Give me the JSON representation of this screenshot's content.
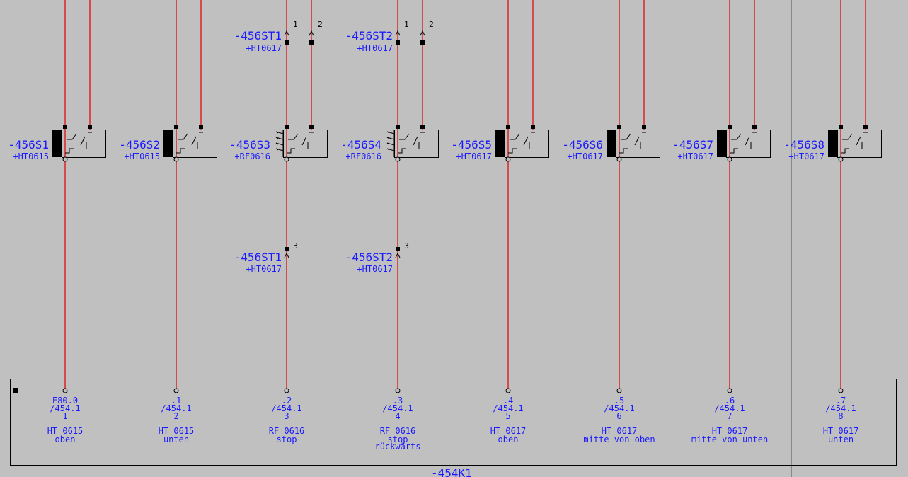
{
  "switches": [
    {
      "tag": "-456S1",
      "loc": "+HT0615",
      "type": "limit"
    },
    {
      "tag": "-456S2",
      "loc": "+HT0615",
      "type": "limit"
    },
    {
      "tag": "-456S3",
      "loc": "+RF0616",
      "type": "prox"
    },
    {
      "tag": "-456S4",
      "loc": "+RF0616",
      "type": "prox"
    },
    {
      "tag": "-456S5",
      "loc": "+HT0617",
      "type": "limit"
    },
    {
      "tag": "-456S6",
      "loc": "+HT0617",
      "type": "limit"
    },
    {
      "tag": "-456S7",
      "loc": "+HT0617",
      "type": "limit"
    },
    {
      "tag": "-456S8",
      "loc": "+HT0617",
      "type": "limit"
    }
  ],
  "connectors_top": [
    {
      "tag": "-456ST1",
      "loc": "+HT0617",
      "pin_a": "1",
      "pin_b": "2"
    },
    {
      "tag": "-456ST2",
      "loc": "+HT0617",
      "pin_a": "1",
      "pin_b": "2"
    }
  ],
  "connectors_mid": [
    {
      "tag": "-456ST1",
      "loc": "+HT0617",
      "pin": "3"
    },
    {
      "tag": "-456ST2",
      "loc": "+HT0617",
      "pin": "3"
    }
  ],
  "plc_inputs": [
    {
      "addr": "E80.0",
      "ref": "/454.1",
      "num": "1",
      "loc": "HT 0615",
      "desc1": "oben",
      "desc2": ""
    },
    {
      "addr": ".1",
      "ref": "/454.1",
      "num": "2",
      "loc": "HT 0615",
      "desc1": "unten",
      "desc2": ""
    },
    {
      "addr": ".2",
      "ref": "/454.1",
      "num": "3",
      "loc": "RF 0616",
      "desc1": "stop",
      "desc2": ""
    },
    {
      "addr": ".3",
      "ref": "/454.1",
      "num": "4",
      "loc": "RF 0616",
      "desc1": "stop",
      "desc2": "rückwärts"
    },
    {
      "addr": ".4",
      "ref": "/454.1",
      "num": "5",
      "loc": "HT 0617",
      "desc1": "oben",
      "desc2": ""
    },
    {
      "addr": ".5",
      "ref": "/454.1",
      "num": "6",
      "loc": "HT 0617",
      "desc1": "mitte von oben",
      "desc2": ""
    },
    {
      "addr": ".6",
      "ref": "/454.1",
      "num": "7",
      "loc": "HT 0617",
      "desc1": "mitte von unten",
      "desc2": ""
    },
    {
      "addr": ".7",
      "ref": "/454.1",
      "num": "8",
      "loc": "HT 0617",
      "desc1": "unten",
      "desc2": ""
    }
  ],
  "module_tag": "-454K1",
  "colors": {
    "wire": "#e00000",
    "text": "#1a1aff",
    "background": "#c0c0c0",
    "line": "#000000"
  }
}
